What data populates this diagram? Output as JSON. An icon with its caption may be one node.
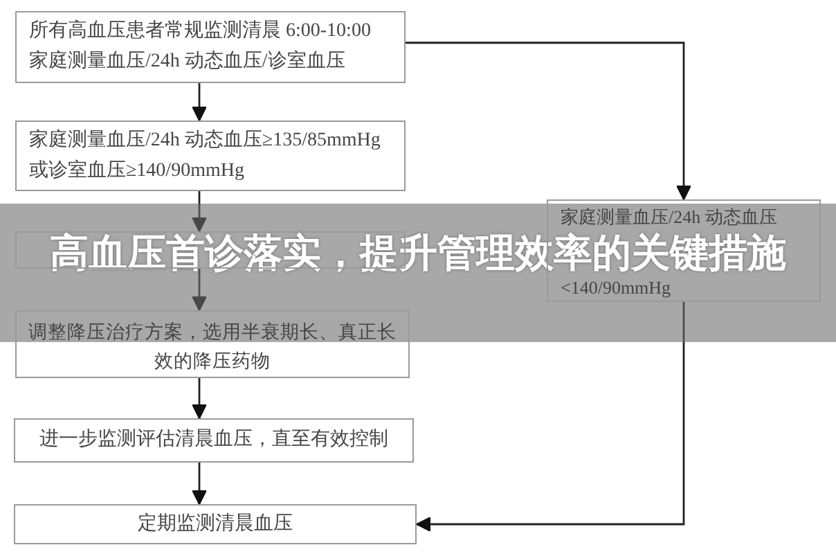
{
  "diagram": {
    "title": "高血压首诊落实，提升管理效率的关键措施",
    "nodes": [
      {
        "text": [
          "所有高血压患者常规监测清晨 6:00-10:00家庭测量血压/24h 动态血压/诊室血压"
        ]
      },
      {
        "text": [
          "家庭测量血压/24h 动态血压≥135/85mmHg 或诊室血压≥140/90mmHg"
        ]
      },
      {
        "text": [],
        "shape": "box"
      },
      {
        "text": [
          "调整降压治疗方案，选用半衰期长、真正长效的降压药物"
        ]
      },
      {
        "text": [
          "进一步监测评估清晨血压，直至有效控制"
        ]
      },
      {
        "text": [
          "定期监测清晨血压"
        ]
      },
      {
        "text": [
          "家庭测量血压/24h 动态血压",
          "<140/90mmHg"
        ]
      }
    ],
    "edges": [
      {
        "from": 0,
        "to": 1,
        "arrow": "to"
      },
      {
        "from": 0,
        "to": 6,
        "arrow": "to"
      },
      {
        "from": 1,
        "to": 2,
        "arrow": "to"
      },
      {
        "from": 2,
        "to": 3,
        "arrow": "to"
      },
      {
        "from": 3,
        "to": 4,
        "arrow": "to"
      },
      {
        "from": 4,
        "to": 5,
        "arrow": "to"
      },
      {
        "from": 6,
        "to": 5,
        "arrow": "to"
      }
    ]
  }
}
